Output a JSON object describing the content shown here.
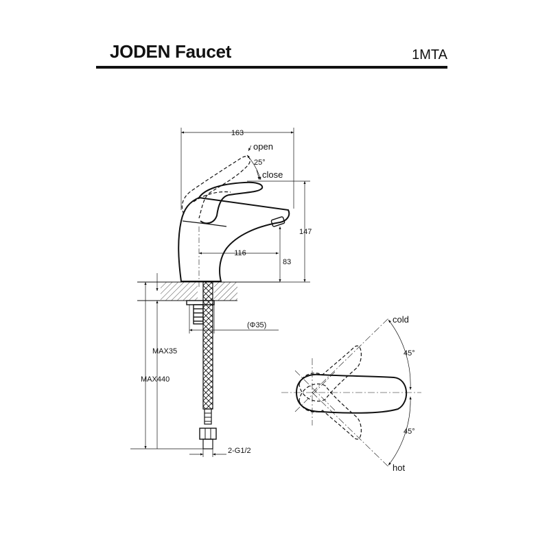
{
  "header": {
    "title": "JODEN Faucet",
    "model": "1MTA"
  },
  "side_view": {
    "width_dim": "163",
    "open_label": "open",
    "angle_label": "25°",
    "close_label": "close",
    "height_dim": "147",
    "spout_reach_dim": "116",
    "spout_height_dim": "83",
    "hole_dim": "(Φ35)",
    "max_thickness_dim": "MAX35",
    "max_hose_dim": "MAX440",
    "thread_dim": "2-G1/2"
  },
  "top_view": {
    "cold_label": "cold",
    "hot_label": "hot",
    "angle_top": "45°",
    "angle_bottom": "45°"
  }
}
